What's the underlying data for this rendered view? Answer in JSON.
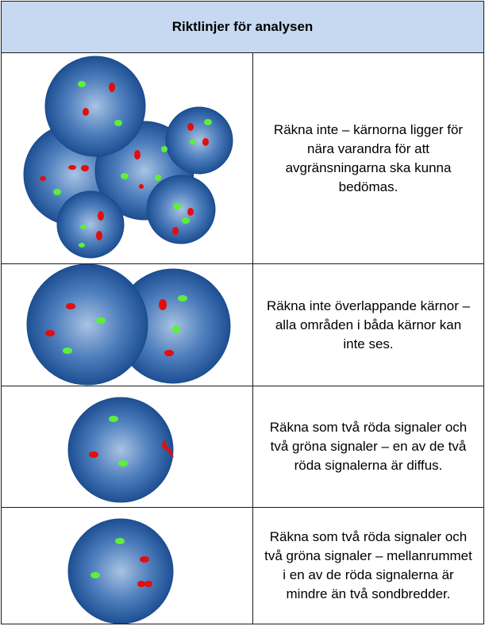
{
  "header": {
    "title": "Riktlinjer för analysen"
  },
  "colors": {
    "header_bg": "#c6d9f1",
    "nucleus": "#2a5fa5",
    "red_signal": "#e50d0d",
    "green_signal": "#5cf03a"
  },
  "rows": [
    {
      "illustration": "clustered-nuclei",
      "text": "Räkna inte – kärnorna ligger för nära varandra för att avgränsningarna ska kunna bedömas."
    },
    {
      "illustration": "overlapping-nuclei",
      "text": "Räkna inte överlappande kärnor – alla områden i båda kärnor kan inte ses."
    },
    {
      "illustration": "diffuse-red-signal",
      "text": "Räkna som två röda signaler och två gröna signaler – en av de två röda signalerna är diffus."
    },
    {
      "illustration": "split-red-signal",
      "text": "Räkna som två röda signaler och två gröna signaler – mellanrummet i en av de röda signalerna är mindre än två sondbredder."
    }
  ]
}
